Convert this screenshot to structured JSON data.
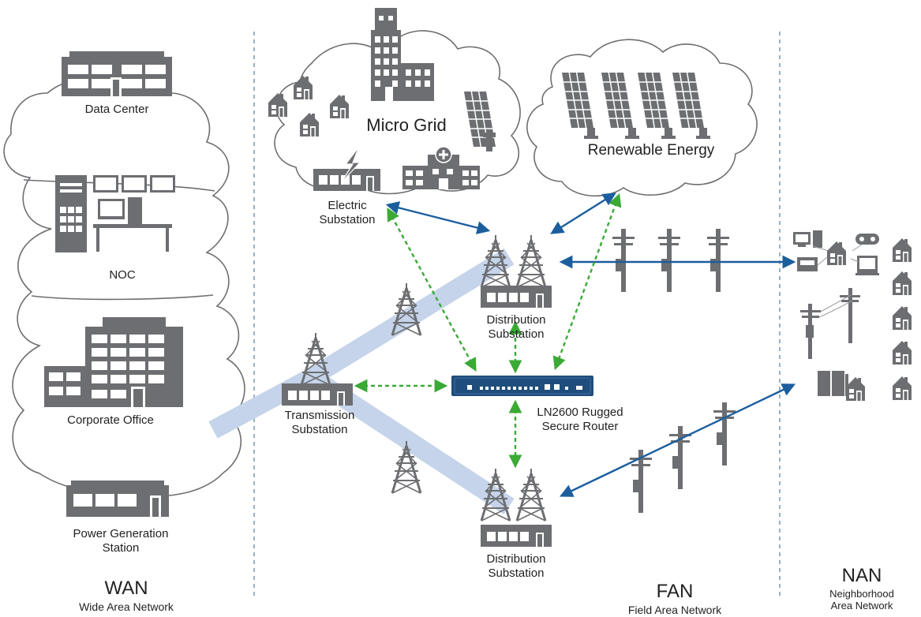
{
  "zones": {
    "wan": {
      "title": "WAN",
      "subtitle": "Wide Area Network"
    },
    "fan": {
      "title": "FAN",
      "subtitle": "Field Area Network"
    },
    "nan": {
      "title": "NAN",
      "subtitle_line1": "Neighborhood",
      "subtitle_line2": "Area Network"
    }
  },
  "wan_sites": {
    "data_center": "Data Center",
    "noc": "NOC",
    "corporate_office": "Corporate Office",
    "power_generation_line1": "Power Generation",
    "power_generation_line2": "Station"
  },
  "fan_sites": {
    "micro_grid": "Micro Grid",
    "renewable_energy": "Renewable Energy",
    "electric_substation_line1": "Electric",
    "electric_substation_line2": "Substation",
    "distribution_substation_top_line1": "Distribution",
    "distribution_substation_top_line2": "Substation",
    "distribution_substation_bottom_line1": "Distribution",
    "distribution_substation_bottom_line2": "Substation",
    "transmission_substation_line1": "Transmission",
    "transmission_substation_line2": "Substation",
    "router_line1": "LN2600 Rugged",
    "router_line2": "Secure Router"
  },
  "colors": {
    "link_blue": "#1b5e9e",
    "link_green": "#3aaa35",
    "transmission_band": "#c5d4ea",
    "icon_gray": "#6d6e71",
    "divider": "#6f8fa8",
    "router_body": "#1f4e7c"
  }
}
